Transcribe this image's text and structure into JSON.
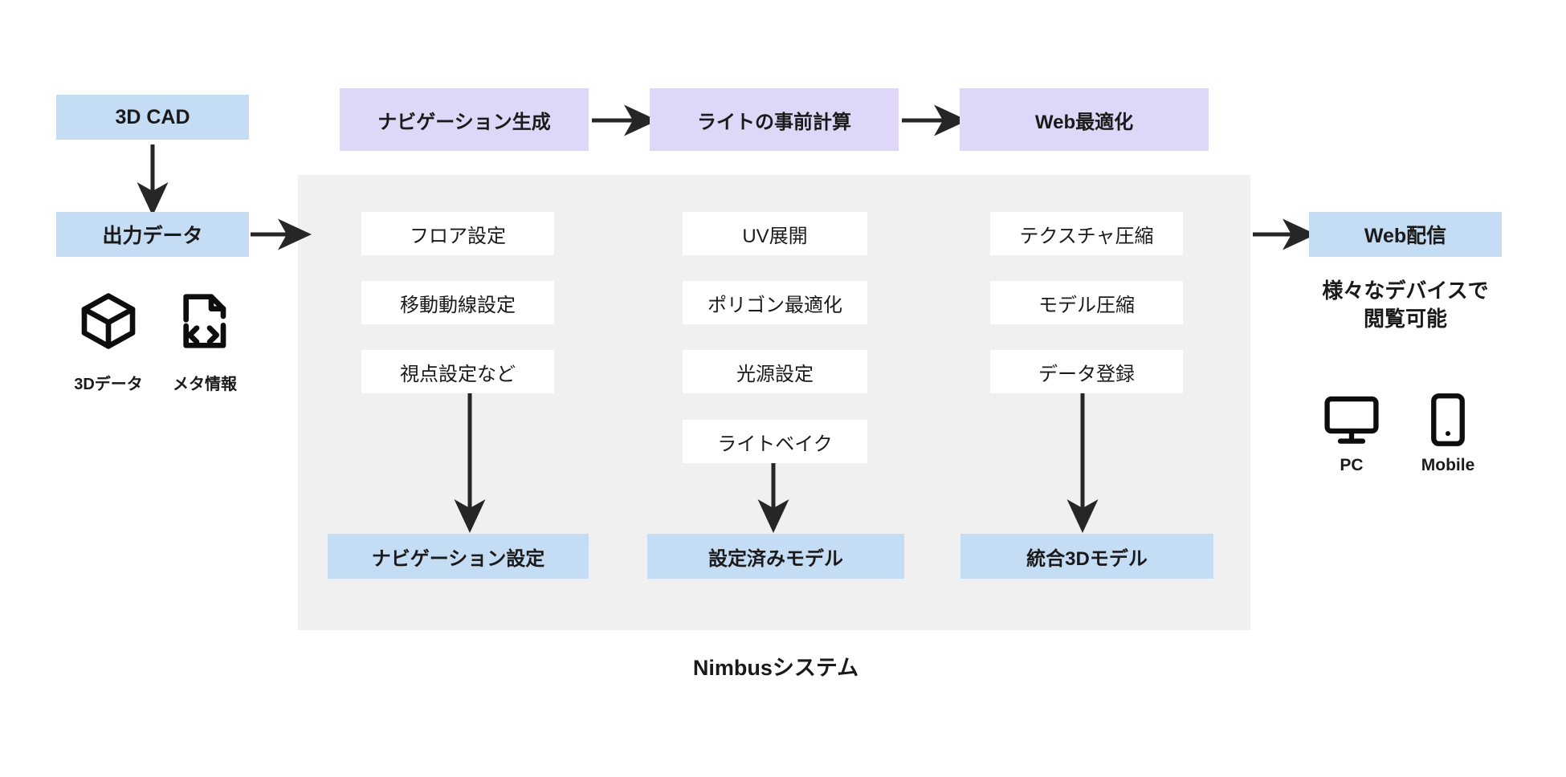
{
  "diagram": {
    "title": "Nimbus 3D pipeline diagram",
    "colors": {
      "blue": "#c5dcf5",
      "purple": "#ded7f7",
      "panel_gray": "#f0f0f0",
      "arrow": "#262626",
      "text": "#1a1a1a",
      "white": "#ffffff"
    },
    "input": {
      "cad_box": "3D CAD",
      "output_box": "出力データ",
      "assets": [
        {
          "icon": "cube-icon",
          "label": "3Dデータ"
        },
        {
          "icon": "file-code-icon",
          "label": "メタ情報"
        }
      ]
    },
    "top_row": [
      {
        "label": "ナビゲーション生成"
      },
      {
        "label": "ライトの事前計算"
      },
      {
        "label": "Web最適化"
      }
    ],
    "system": {
      "caption": "Nimbusシステム",
      "columns": [
        {
          "name": "navigation-column",
          "steps": [
            "フロア設定",
            "移動動線設定",
            "視点設定など"
          ],
          "result": "ナビゲーション設定"
        },
        {
          "name": "model-column",
          "steps": [
            "UV展開",
            "ポリゴン最適化",
            "光源設定",
            "ライトベイク"
          ],
          "result": "設定済みモデル"
        },
        {
          "name": "compression-column",
          "steps": [
            "テクスチャ圧縮",
            "モデル圧縮",
            "データ登録"
          ],
          "result": "統合3Dモデル"
        }
      ]
    },
    "output": {
      "delivery_box": "Web配信",
      "note": "様々なデバイスで\n閲覧可能",
      "note_line1": "様々なデバイスで",
      "note_line2": "閲覧可能",
      "devices": [
        {
          "icon": "monitor-icon",
          "label": "PC"
        },
        {
          "icon": "mobile-icon",
          "label": "Mobile"
        }
      ]
    }
  }
}
